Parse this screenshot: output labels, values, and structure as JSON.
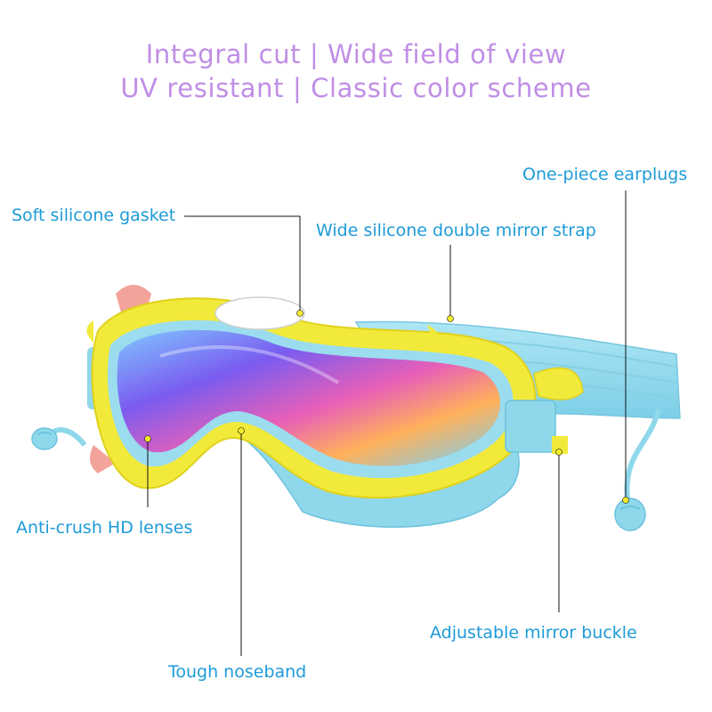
{
  "headline": {
    "line1": "Integral cut | Wide field of view",
    "line2": "UV resistant | Classic color scheme"
  },
  "callouts": {
    "gasket": "Soft silicone gasket",
    "strap": "Wide silicone double mirror strap",
    "earplugs": "One-piece earplugs",
    "lenses": "Anti-crush HD lenses",
    "buckle": "Adjustable mirror buckle",
    "noseband": "Tough noseband"
  },
  "colors": {
    "headline": "#c08ee6",
    "label": "#1d9bd8",
    "frame_yellow": "#f2ea3a",
    "silicone_blue": "#8fd8ec",
    "marker_yellow": "#f4ec2a"
  }
}
